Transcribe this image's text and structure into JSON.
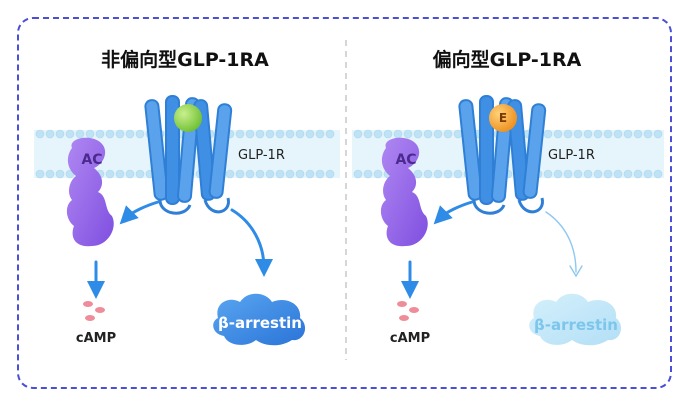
{
  "panels": [
    {
      "title": "非偏向型GLP-1RA",
      "receptor": "GLP-1R",
      "ac": "AC",
      "camp": "cAMP",
      "beta_arrestin": "β-arrestin",
      "ligand_label": "",
      "ligand_color": "#8fd14f",
      "beta_arrestin_fill": "#3d8de6",
      "beta_arrestin_text": "#ffffff",
      "beta_arrestin_opacity": 1
    },
    {
      "title": "偏向型GLP-1RA",
      "receptor": "GLP-1R",
      "ac": "AC",
      "camp": "cAMP",
      "beta_arrestin": "β-arrestin",
      "ligand_label": "E",
      "ligand_color": "#f4a838",
      "beta_arrestin_fill": "#a9dcf5",
      "beta_arrestin_text": "#7cc6ec",
      "beta_arrestin_opacity": 0.55
    }
  ],
  "colors": {
    "frame_border": "#4a4fd8",
    "divider": "#c9c9c9",
    "membrane": "#bfe3f5",
    "receptor": "#3a8be0",
    "ac": "#9a66e8",
    "arrow": "#2f8ce6",
    "camp_dots": "#ef8c99"
  },
  "icons": [
    "ligand-ball-icon",
    "receptor-helices-icon",
    "ac-enzyme-icon",
    "beta-arrestin-icon",
    "camp-dots-icon",
    "arrow-icon"
  ]
}
